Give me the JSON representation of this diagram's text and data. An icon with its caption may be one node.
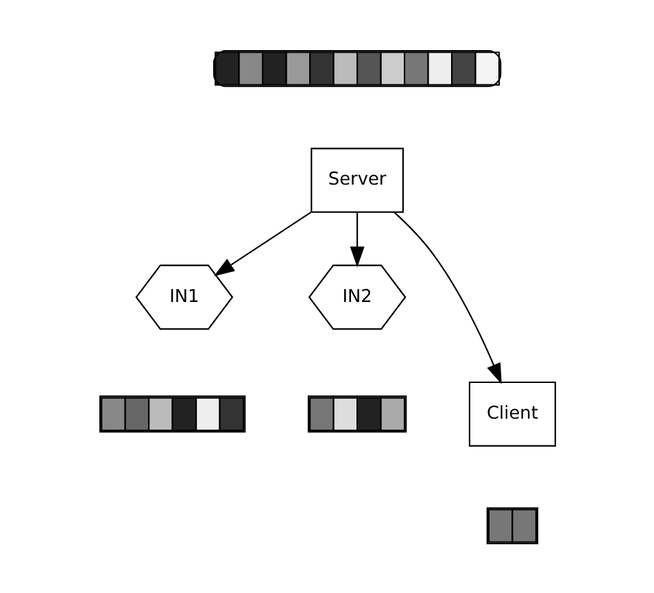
{
  "diagram": {
    "nodes": [
      {
        "text": [],
        "shape": "bar"
      },
      {
        "text": [
          "Server"
        ]
      },
      {
        "text": [
          "IN1"
        ]
      },
      {
        "text": [
          "IN2"
        ]
      },
      {
        "text": [],
        "shape": "bar"
      },
      {
        "text": [],
        "shape": "bar"
      },
      {
        "text": [
          "Client"
        ]
      },
      {
        "text": [],
        "shape": "bar"
      }
    ],
    "edges": [
      {
        "from": 1,
        "to": 2,
        "arrow": "to"
      },
      {
        "from": 1,
        "to": 6,
        "arrow": "to"
      },
      {
        "from": 1,
        "to": 3,
        "arrow": "to"
      }
    ]
  }
}
